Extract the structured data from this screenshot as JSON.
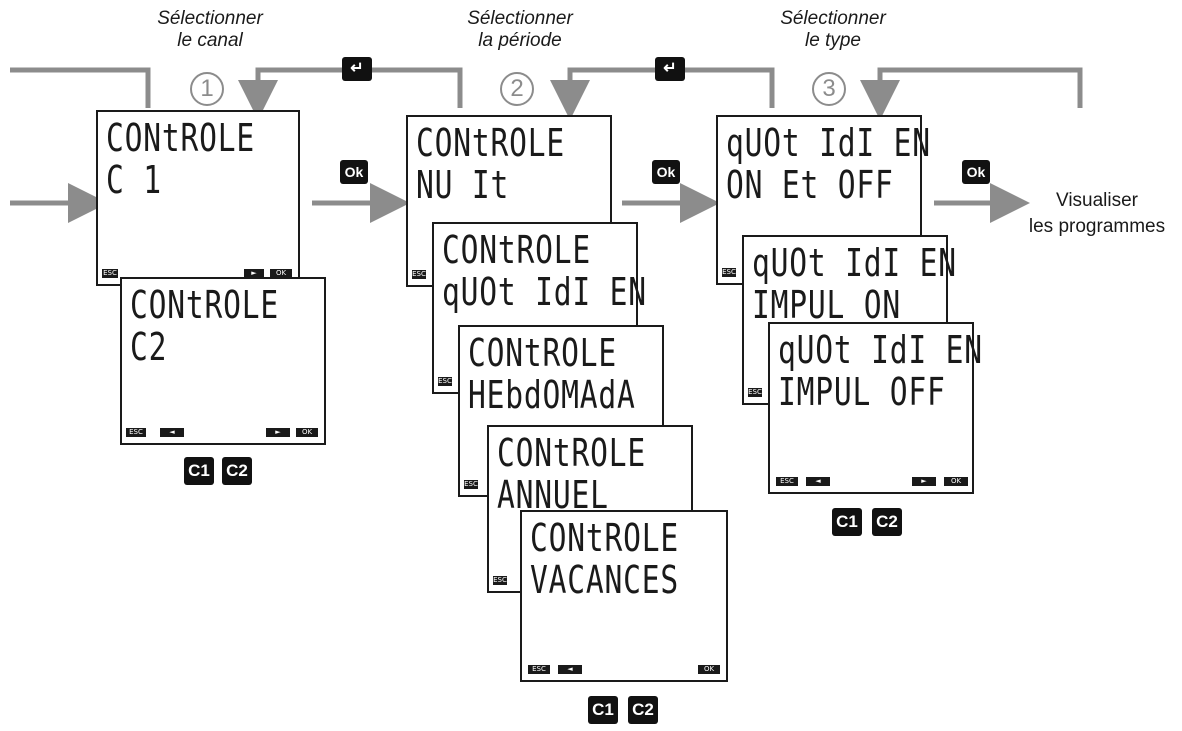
{
  "steps": [
    {
      "label_line1": "Sélectionner",
      "label_line2": "le canal",
      "number": "1"
    },
    {
      "label_line1": "Sélectionner",
      "label_line2": "la période",
      "number": "2"
    },
    {
      "label_line1": "Sélectionner",
      "label_line2": "le type",
      "number": "3"
    }
  ],
  "buttons": {
    "ok": "Ok",
    "return": "↵",
    "c1": "C1",
    "c2": "C2"
  },
  "softkeys": {
    "esc": "ESC",
    "left": "◄",
    "right": "►",
    "ok": "OK"
  },
  "screens": {
    "channel": [
      {
        "line1": "CONtROLE",
        "line2": "C 1"
      },
      {
        "line1": "CONtROLE",
        "line2": "C2"
      }
    ],
    "period": [
      {
        "line1": "CONtROLE",
        "line2": "NU It"
      },
      {
        "line1": "CONtROLE",
        "line2": "qUOt IdI EN"
      },
      {
        "line1": "CONtROLE",
        "line2": "HEbdOMAdA"
      },
      {
        "line1": "CONtROLE",
        "line2": "ANNUEL"
      },
      {
        "line1": "CONtROLE",
        "line2": "VACANCES"
      }
    ],
    "type": [
      {
        "line1": "qUOt IdI EN",
        "line2": "ON Et OFF"
      },
      {
        "line1": "qUOt IdI EN",
        "line2": "IMPUL ON"
      },
      {
        "line1": "qUOt IdI EN",
        "line2": "IMPUL OFF"
      }
    ]
  },
  "result": {
    "line1": "Visualiser",
    "line2": "les programmes"
  },
  "colors": {
    "arrow": "#8c8c8c",
    "ink": "#1a1a1a",
    "badge": "#111111"
  }
}
